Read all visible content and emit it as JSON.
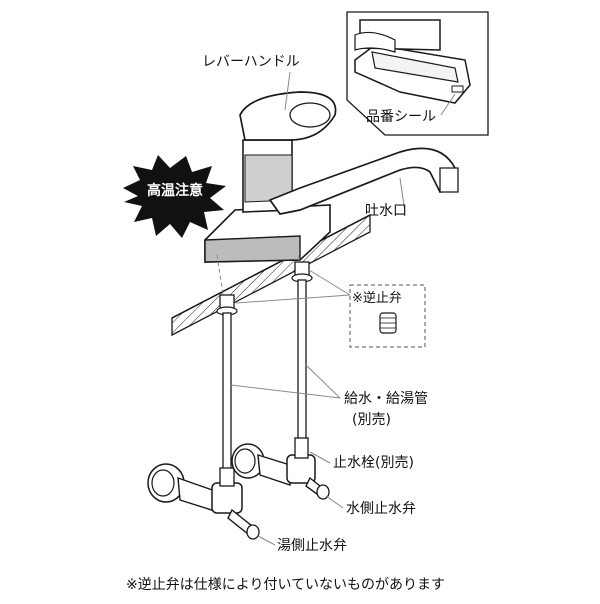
{
  "labels": {
    "lever_handle": "レバーハンドル",
    "part_number_seal": "品番シール",
    "caution_hot": "高温注意",
    "spout": "吐水口",
    "check_valve": "※逆止弁",
    "supply_pipe": "給水・給湯管",
    "sold_separately_1": "(別売)",
    "stop_valve": "止水栓(別売)",
    "water_side_stop_valve": "水側止水弁",
    "hot_side_stop_valve": "湯側止水弁",
    "footnote": "※逆止弁は仕様により付いていないものがあります"
  },
  "colors": {
    "line": "#1a1a1a",
    "paper": "#ffffff",
    "callout": "#8a8a8a",
    "shade": "#d9d9d9"
  }
}
